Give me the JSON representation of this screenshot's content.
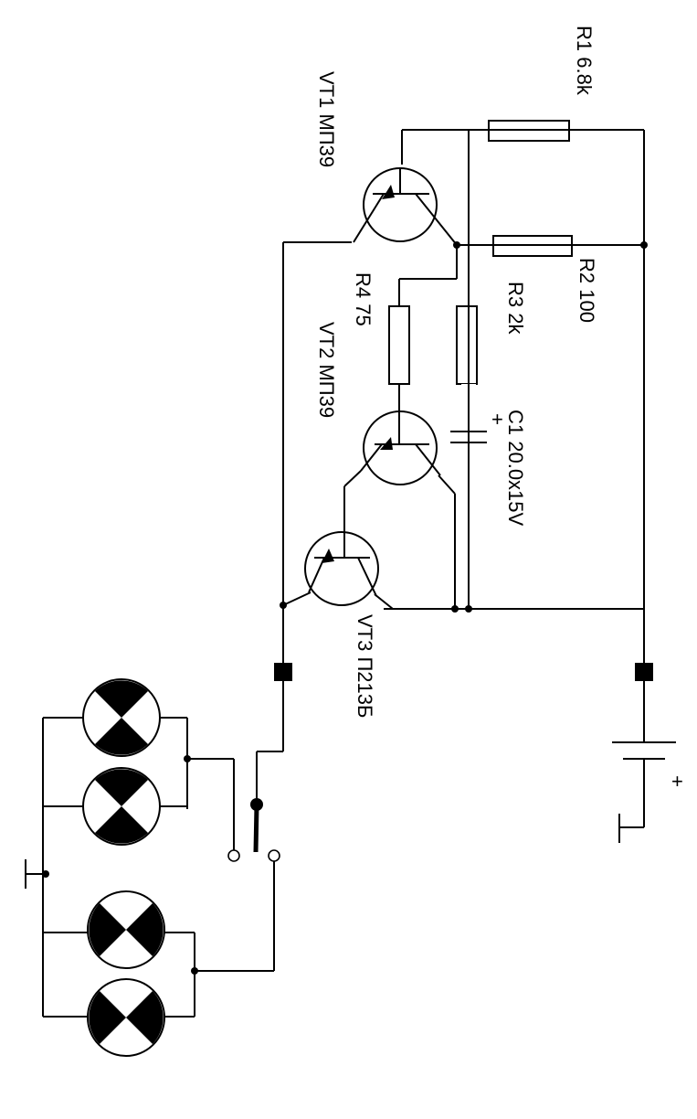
{
  "components": {
    "r1": {
      "ref": "R1",
      "value": "6.8k"
    },
    "r2": {
      "ref": "R2",
      "value": "100"
    },
    "r3": {
      "ref": "R3",
      "value": "2k"
    },
    "r4": {
      "ref": "R4",
      "value": "75"
    },
    "c1": {
      "ref": "C1",
      "value": "20.0x15V"
    },
    "vt1": {
      "ref": "VT1",
      "type": "МП39"
    },
    "vt2": {
      "ref": "VT2",
      "type": "МП39"
    },
    "vt3": {
      "ref": "VT3",
      "type": "П213Б"
    }
  },
  "labels": {
    "r1_text": "R1 6.8k",
    "r2_text": "R2 100",
    "r3_text": "R3 2k",
    "r4_text": "R4 75",
    "c1_text": "C1 20.0x15V",
    "vt1_text": "VT1 МП39",
    "vt2_text": "VT2 МП39",
    "vt3_text": "VT3 П213Б",
    "plus_cap": "+",
    "plus_battery": "+"
  }
}
